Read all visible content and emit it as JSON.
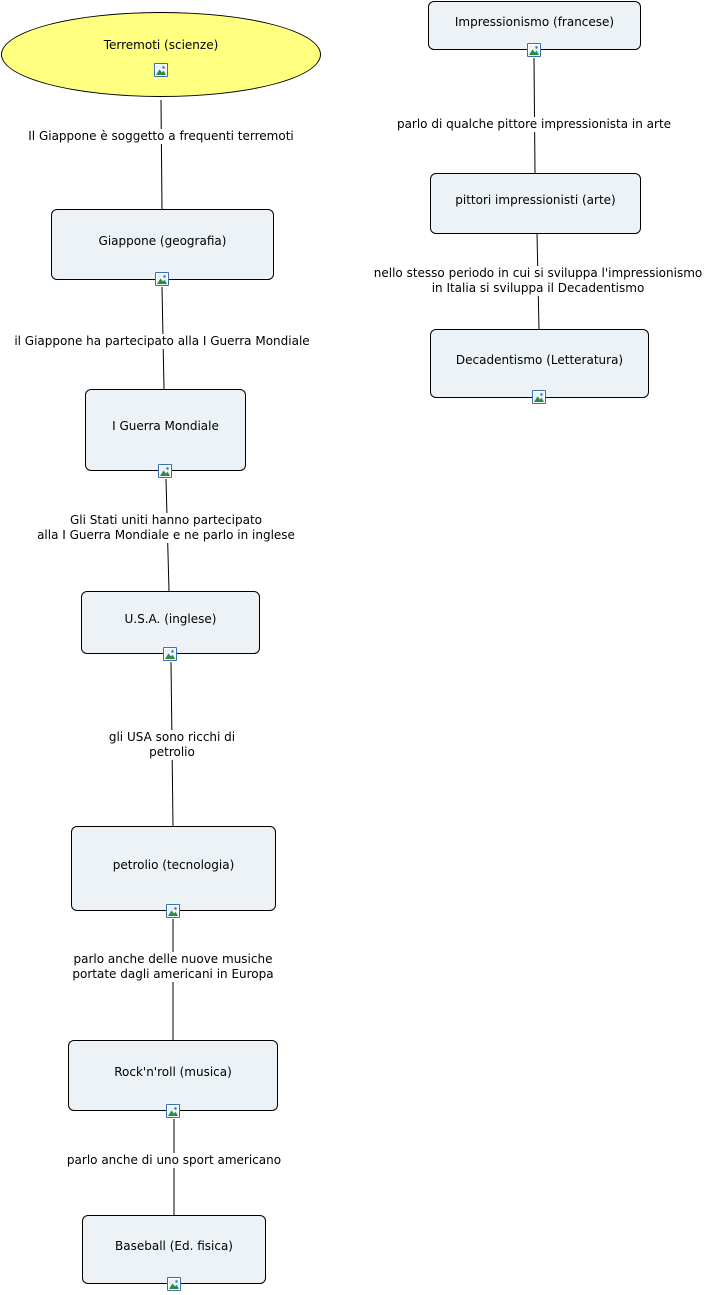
{
  "concepts": {
    "terremoti": "Terremoti (scienze)",
    "giappone": "Giappone (geografia)",
    "guerra": "I Guerra Mondiale",
    "usa": "U.S.A. (inglese)",
    "petrolio": "petrolio (tecnologia)",
    "rocknroll": "Rock'n'roll (musica)",
    "baseball": "Baseball (Ed. fisica)",
    "impressionismo": "Impressionismo (francese)",
    "pittori": "pittori impressionisti (arte)",
    "decadentismo": "Decadentismo (Letteratura)"
  },
  "links": {
    "l1": "Il Giappone è soggetto a frequenti terremoti",
    "l2": "il Giappone ha partecipato alla I Guerra Mondiale",
    "l3_a": "Gli Stati uniti hanno partecipato",
    "l3_b": "alla I Guerra Mondiale e ne parlo in inglese",
    "l4_a": "gli USA sono ricchi di",
    "l4_b": "petrolio",
    "l5_a": "parlo anche delle nuove musiche",
    "l5_b": "portate dagli americani in Europa",
    "l6": "parlo anche di uno sport americano",
    "l7": "parlo di qualche pittore impressionista in arte",
    "l8_a": "nello stesso periodo in cui si sviluppa l'impressionismo",
    "l8_b": "in Italia si sviluppa il Decadentismo"
  },
  "icons": {
    "resource": "image-resource-icon"
  },
  "colors": {
    "node_fill": "#ecf2f6",
    "root_fill": "#ffff80",
    "line": "#000000",
    "icon_border": "#3a6fb0"
  }
}
